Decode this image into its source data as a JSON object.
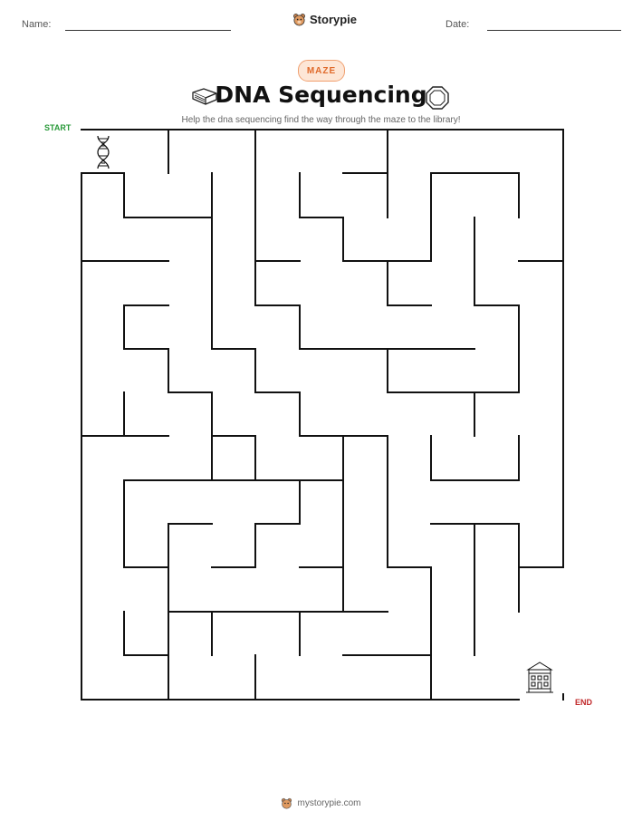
{
  "header": {
    "name_label": "Name:",
    "date_label": "Date:",
    "brand": "Storypie",
    "brand_icon": "bear-mascot-icon"
  },
  "badge": "MAZE",
  "title": "DNA Sequencing",
  "title_icons": [
    "book-icon",
    "octagon-icon"
  ],
  "instructions": "Help the dna sequencing find the way through the maze to the library!",
  "maze": {
    "start_label": "START",
    "end_label": "END",
    "start_icon": "dna-icon",
    "end_icon": "library-building-icon",
    "colors": {
      "start": "#2a9a3a",
      "end": "#c0282a",
      "walls": "#111111",
      "badge": "#e0692a"
    }
  },
  "footer": {
    "text": "mystorypie.com",
    "icon": "bear-mascot-icon"
  }
}
